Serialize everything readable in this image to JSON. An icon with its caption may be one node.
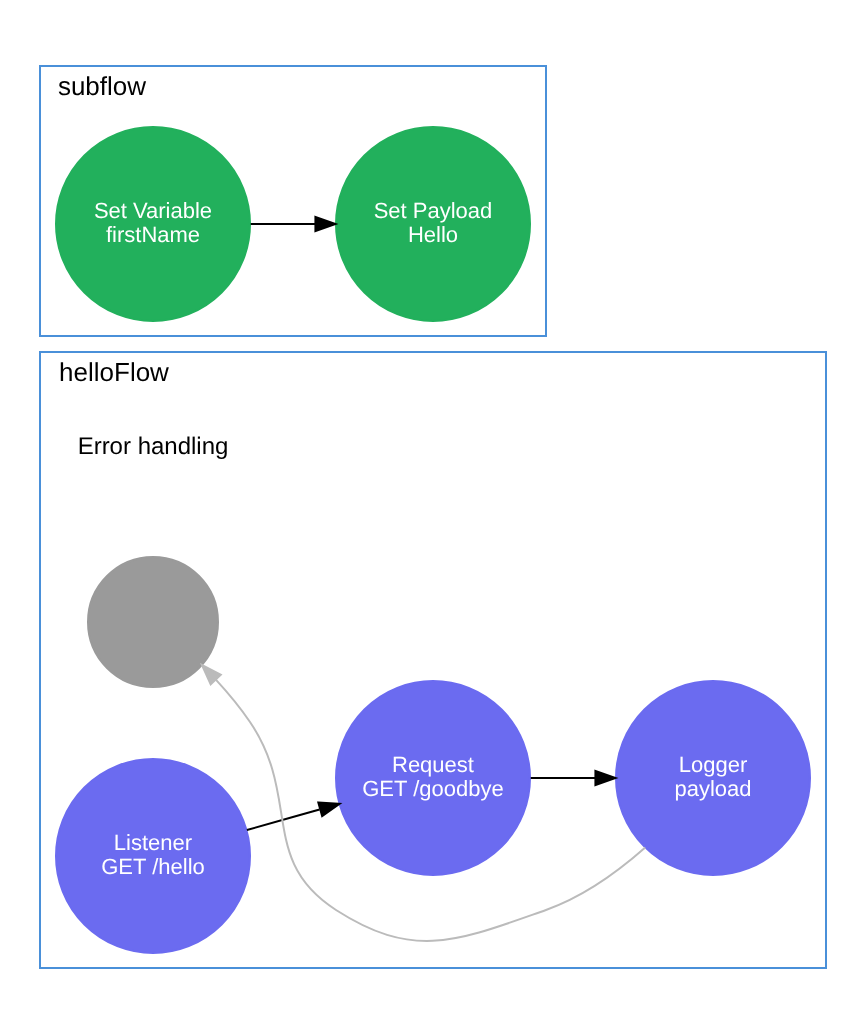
{
  "diagram": {
    "nodes": [
      {
        "text": [
          "helloFlow"
        ]
      },
      {
        "text": [
          "Listener",
          "GET /hello"
        ],
        "in": 0
      },
      {
        "text": [
          "Request",
          "GET /goodbye"
        ],
        "in": 0
      },
      {
        "text": [
          "Logger",
          "payload"
        ],
        "in": 0
      },
      {
        "text": [],
        "shape": "circle",
        "in": 0
      },
      {
        "text": [
          "subflow"
        ]
      },
      {
        "text": [
          "Set Variable",
          "firstName"
        ],
        "in": 5
      },
      {
        "text": [
          "Set Payload",
          "Hello"
        ],
        "in": 5
      }
    ],
    "edges": [
      {
        "from": 1,
        "to": 2,
        "arrow": "to"
      },
      {
        "from": 2,
        "to": 3,
        "arrow": "to"
      },
      {
        "from": 3,
        "to": 4,
        "arrow": "to",
        "color": "#bbbbbb"
      },
      {
        "from": 6,
        "to": 7,
        "arrow": "to"
      }
    ],
    "labels": [
      "Error handling"
    ]
  }
}
